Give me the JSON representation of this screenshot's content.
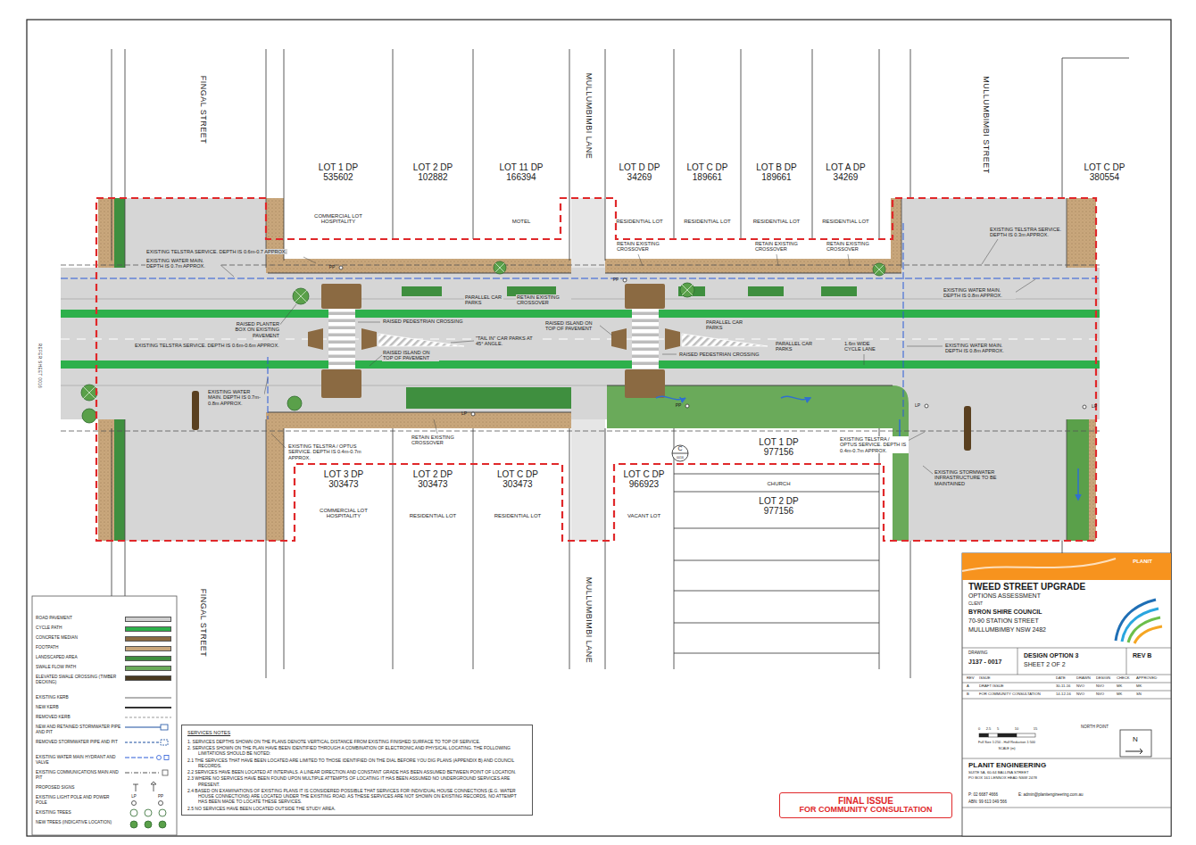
{
  "diagram": {
    "nodes": [
      {
        "text": [
          "LOT 1 DP 535602",
          "COMMERCIAL LOT HOSPITALITY"
        ]
      },
      {
        "text": [
          "LOT 2 DP 102882"
        ]
      },
      {
        "text": [
          "LOT 11 DP 166394",
          "MOTEL"
        ]
      },
      {
        "text": [
          "LOT D DP 34269",
          "RESIDENTIAL LOT"
        ]
      },
      {
        "text": [
          "LOT C DP 189661",
          "RESIDENTIAL LOT"
        ]
      },
      {
        "text": [
          "LOT B DP 189661",
          "RESIDENTIAL LOT"
        ]
      },
      {
        "text": [
          "LOT A DP 34269",
          "RESIDENTIAL LOT"
        ]
      },
      {
        "text": [
          "LOT C DP 380554"
        ]
      },
      {
        "text": [
          "LOT 3 DP 303473",
          "COMMERCIAL LOT HOSPITALITY"
        ]
      },
      {
        "text": [
          "LOT 2 DP 303473",
          "RESIDENTIAL LOT"
        ]
      },
      {
        "text": [
          "LOT C DP 303473",
          "RESIDENTIAL LOT"
        ]
      },
      {
        "text": [
          "LOT C DP 966923",
          "VACANT LOT"
        ]
      },
      {
        "text": [
          "LOT 1 DP 977156",
          "CHURCH"
        ]
      },
      {
        "text": [
          "LOT 2 DP 977156"
        ]
      },
      {
        "text": [
          "SERVICES NOTES",
          "1. SERVICES DEPTHS SHOWN ON THE PLANS DENOTE VERTICAL DISTANCE FROM EXISTING FINISHED SURFACE TO TOP OF SERVICE.",
          "2. SERVICES SHOWN ON THE PLAN HAVE BEEN IDENTIFIED THROUGH A COMBINATION OF ELECTRONIC AND PHYSICAL LOCATING. THE FOLLOWING LIMITATIONS SHOULD BE NOTED:",
          "2.1 THE SERVICES THAT HAVE BEEN LOCATED ARE LIMITED TO THOSE IDENTIFIED ON THE DIAL BEFORE YOU DIG PLANS (APPENDIX B) AND COUNCIL RECORDS.",
          "2.2 SERVICES HAVE BEEN LOCATED AT INTERVALS. A LINEAR DIRECTION AND CONSTANT GRADE HAS BEEN ASSUMED BETWEEN POINT OF LOCATION.",
          "2.3 WHERE NO SERVICES HAVE BEEN FOUND UPON MULTIPLE ATTEMPTS OF LOCATING IT HAS BEEN ASSUMED NO UNDERGROUND SERVICES ARE PRESENT.",
          "2.4 BASED ON EXAMINATIONS OF EXISTING PLANS IT IS CONSIDERED POSSIBLE THAT SERVICES FOR INDIVIDUAL HOUSE CONNECTIONS (E.G. WATER HOUSE CONNECTIONS) ARE LOCATED UNDER THE EXISTING ROAD. AS THESE SERVICES ARE NOT SHOWN ON EXISTING RECORDS, NO ATTEMPT HAS BEEN MADE TO LOCATE THESE SERVICES.",
          "2.5 NO SERVICES HAVE BEEN LOCATED OUTSIDE THE STUDY AREA."
        ]
      },
      {
        "text": [
          "FINAL ISSUE",
          "FOR COMMUNITY CONSULTATION"
        ]
      }
    ],
    "labels": [
      "FINGAL STREET",
      "FINGAL STREET",
      "MULLUMBIMBI LANE",
      "MULLUMBIMBI LANE",
      "MULLUMBIMBI STREET",
      "REFER SHEET 0016",
      "EXISTING TELSTRA SERVICE. DEPTH IS 0.6m-0.7 APPROX.",
      "EXISTING WATER MAIN. DEPTH IS 0.7m APPROX.",
      "RAISED PLANTER BOX ON EXISTING PAVEMENT",
      "EXISTING TELSTRA SERVICE. DEPTH IS 0.6m-0.6m APPROX.",
      "EXISTING WATER MAIN. DEPTH IS 0.7m-0.8m APPROX.",
      "RAISED PEDESTRIAN CROSSING",
      "RAISED ISLAND ON TOP OF PAVEMENT",
      "PARALLEL CAR PARKS",
      "RETAIN EXISTING CROSSOVER",
      "RAISED ISLAND ON TOP OF PAVEMENT",
      "\"TAIL IN\" CAR PARKS AT 45° ANGLE.",
      "RETAIN EXISTING CROSSOVER",
      "EXISTING TELSTRA / OPTUS SERVICE. DEPTH IS 0.4m-0.7m APPROX.",
      "RETAIN EXISTING CROSSOVER",
      "RETAIN EXISTING CROSSOVER",
      "RETAIN EXISTING CROSSOVER",
      "PARALLEL CAR PARKS",
      "RAISED PEDESTRIAN CROSSING",
      "PARALLEL CAR PARKS",
      "1.6m WIDE CYCLE LANE",
      "EXISTING WATER MAIN. DEPTH IS 0.8m APPROX.",
      "EXISTING TELSTRA SERVICE. DEPTH IS 0.3m APPROX.",
      "EXISTING WATER MAIN. DEPTH IS 0.8m APPROX.",
      "EXISTING TELSTRA / OPTUS SERVICE. DEPTH IS 0.4m-0.7m APPROX.",
      "EXISTING STORMWATER INFRASTRUCTURE TO BE MAINTAINED",
      "C",
      "0016",
      "PP",
      "PP",
      "PP",
      "LP",
      "LP",
      "LP",
      "LP",
      "PP",
      "TWEED STREET UPGRADE",
      "OPTIONS ASSESSMENT",
      "CLIENT",
      "BYRON SHIRE COUNCIL",
      "70-90 STATION STREET",
      "MULLUMBIMBY NSW 2482",
      "DRAWING",
      "J137 - 0017",
      "DESIGN OPTION 3",
      "SHEET 2 OF 2",
      "REV B",
      "REV",
      "ISSUE",
      "DATE",
      "DRAWN",
      "DESIGN",
      "CHECK",
      "APPROVED",
      "A",
      "DRAFT ISSUE",
      "30-11-16",
      "NVO",
      "NVO",
      "MK",
      "MK",
      "B",
      "FOR COMMUNITY CONSULTATION",
      "14-12-16",
      "NVO",
      "NVO",
      "MK",
      "SN",
      "0",
      "2.5",
      "5",
      "10",
      "15",
      "Full Size 1:250 - Half Reduction 1:500",
      "SCALE (m)",
      "NORTH POINT",
      "N",
      "PLANIT ENGINEERING",
      "SUITE 5A, 60-64 BALLINA STREET",
      "PO BOX 161 LENNOX HEAD NSW 2478",
      "P: 02 6687 4666",
      "E: admin@planitengineering.com.au",
      "ABN: 99 613 049 566",
      "PLANIT"
    ],
    "legend": [
      {
        "text": "ROAD PAVEMENT",
        "color": "#cfcfcf"
      },
      {
        "text": "CYCLE PATH",
        "color": "#2db04b"
      },
      {
        "text": "CONCRETE MEDIAN",
        "color": "#8b6a42"
      },
      {
        "text": "FOOTPATH",
        "color": "#c9a77c"
      },
      {
        "text": "LANDSCAPED AREA",
        "color": "#3f8f3f"
      },
      {
        "text": "SWALE FLOW PATH",
        "color": "#6aaa5a"
      },
      {
        "text": "ELEVATED SWALE CROSSING (TIMBER DECKING)",
        "color": "#4a3a20"
      },
      {
        "text": "EXISTING KERB"
      },
      {
        "text": "NEW KERB"
      },
      {
        "text": "REMOVED KERB"
      },
      {
        "text": "NEW AND RETAINED STORMWATER PIPE AND PIT"
      },
      {
        "text": "REMOVED STORMWATER PIPE AND PIT"
      },
      {
        "text": "EXISTING WATER MAIN HYDRANT AND VALVE"
      },
      {
        "text": "EXISTING COMMUNICATIONS MAIN AND PIT"
      },
      {
        "text": "PROPOSED SIGNS"
      },
      {
        "text": "EXISTING LIGHT POLE AND POWER POLE"
      },
      {
        "text": "EXISTING TREES"
      },
      {
        "text": "NEW TREES (INDICATIVE LOCATION)"
      }
    ]
  }
}
